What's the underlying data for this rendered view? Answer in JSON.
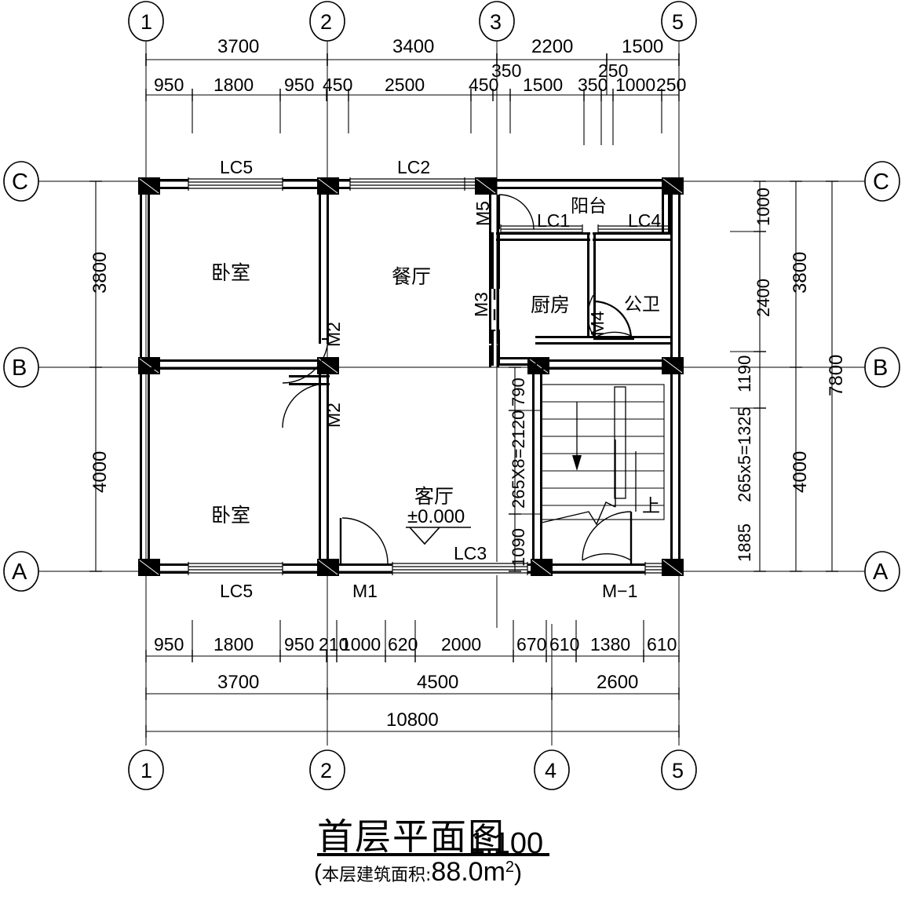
{
  "drawing": {
    "title": "首层平面图",
    "scale": "1:100",
    "area_note": "(本层建筑面积: 88.0m²)",
    "area_label": "本层建筑面积:",
    "area_value": "88.0m",
    "area_sup": "2"
  },
  "grid": {
    "vertical_top": [
      "1",
      "2",
      "3",
      "5"
    ],
    "vertical_bottom": [
      "1",
      "2",
      "4",
      "5"
    ],
    "horizontal_left": [
      "C",
      "B",
      "A"
    ],
    "horizontal_right": [
      "C",
      "B",
      "A"
    ]
  },
  "rooms": [
    {
      "name": "卧室",
      "en": "bedroom-upper"
    },
    {
      "name": "餐厅",
      "en": "dining-room"
    },
    {
      "name": "阳台",
      "en": "balcony"
    },
    {
      "name": "厨房",
      "en": "kitchen"
    },
    {
      "name": "公卫",
      "en": "public-bathroom"
    },
    {
      "name": "卧室",
      "en": "bedroom-lower"
    },
    {
      "name": "客厅",
      "en": "living-room"
    }
  ],
  "elevation": {
    "value": "±0.000"
  },
  "stair": {
    "direction_label": "上",
    "riser_note": "265X8=2120",
    "top_landing": "790",
    "bottom_landing": "1090"
  },
  "openings": {
    "windows": [
      "LC5",
      "LC2",
      "LC1",
      "LC4",
      "LC3",
      "LC5"
    ],
    "doors": [
      "M5",
      "M2",
      "M2",
      "M3",
      "M4",
      "M1",
      "M-1"
    ]
  },
  "labels": {
    "top_lc5": "LC5",
    "top_lc2": "LC2",
    "lc1": "LC1",
    "lc4": "LC4",
    "lc3": "LC3",
    "bottom_lc5": "LC5",
    "m5": "M5",
    "m3": "M3",
    "m4": "M4",
    "m2_a": "M2",
    "m2_b": "M2",
    "m1": "M1",
    "m_dash_1": "M−1"
  },
  "dimensions": {
    "top_outer": [
      {
        "value": "3700"
      },
      {
        "value": "3400"
      },
      {
        "value": "2200"
      },
      {
        "value": "1500"
      }
    ],
    "top_inner": [
      {
        "value": "950"
      },
      {
        "value": "1800"
      },
      {
        "value": "950"
      },
      {
        "value": "450"
      },
      {
        "value": "2500"
      },
      {
        "value": "450"
      },
      {
        "value": "350"
      },
      {
        "value": "1500"
      },
      {
        "value": "350"
      },
      {
        "value": "250"
      },
      {
        "value": "1000"
      },
      {
        "value": "250"
      }
    ],
    "bottom_inner": [
      {
        "value": "950"
      },
      {
        "value": "1800"
      },
      {
        "value": "950"
      },
      {
        "value": "210"
      },
      {
        "value": "1000"
      },
      {
        "value": "620"
      },
      {
        "value": "2000"
      },
      {
        "value": "670"
      },
      {
        "value": "610"
      },
      {
        "value": "1380"
      },
      {
        "value": "610"
      }
    ],
    "bottom_middle": [
      {
        "value": "3700"
      },
      {
        "value": "4500"
      },
      {
        "value": "2600"
      }
    ],
    "bottom_outer": [
      {
        "value": "10800"
      }
    ],
    "left_chain": [
      {
        "value": "3800"
      },
      {
        "value": "4000"
      }
    ],
    "right_inner": [
      {
        "value": "1000"
      },
      {
        "value": "2400"
      },
      {
        "value": "1190"
      },
      {
        "value": "1325"
      },
      {
        "value": "265x5=1325"
      },
      {
        "value": "1885"
      }
    ],
    "right_middle": [
      {
        "value": "3800"
      },
      {
        "value": "4000"
      }
    ],
    "right_outer": [
      {
        "value": "7800"
      }
    ],
    "stair_chain": [
      {
        "value": "790"
      },
      {
        "value": "265X8=2120"
      },
      {
        "value": "1090"
      }
    ]
  },
  "colors": {
    "ink": "#000000",
    "paper": "#ffffff"
  }
}
